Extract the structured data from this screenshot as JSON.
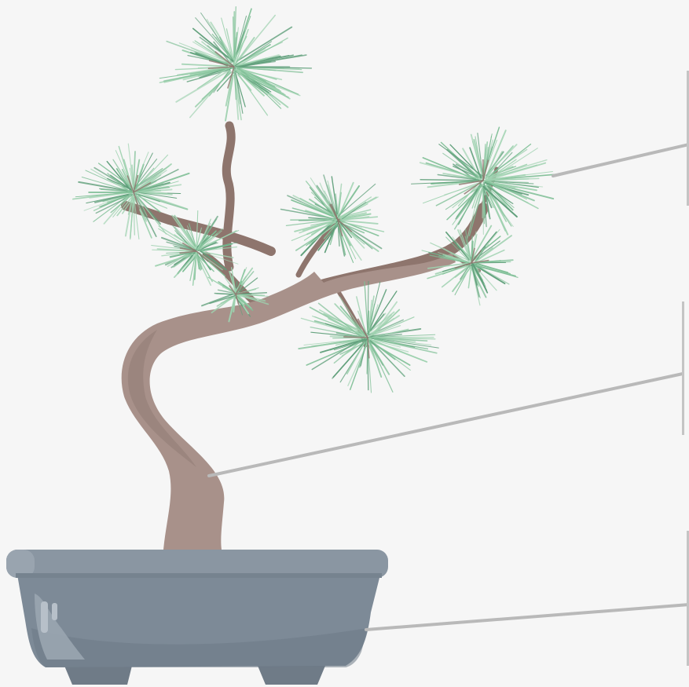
{
  "diagram": {
    "subject": "bonsai-pine-illustration",
    "callouts": [
      {
        "id": "foliage",
        "label": ""
      },
      {
        "id": "trunk",
        "label": ""
      },
      {
        "id": "pot",
        "label": ""
      }
    ]
  },
  "colors": {
    "background": "#f6f6f6",
    "needle_light": "#9fd2b0",
    "needle_mid": "#7fbf96",
    "needle_dark": "#5f9f7a",
    "trunk": "#a8918a",
    "trunk_shadow": "#8f7b74",
    "branch": "#8e756d",
    "pot_rim": "#8a96a2",
    "pot_body": "#7d8a97",
    "pot_highlight": "#9aa5b0",
    "pot_foot": "#6f7b87",
    "leader_line": "#b9b9b9",
    "label_bar": "#c4c4c4"
  }
}
